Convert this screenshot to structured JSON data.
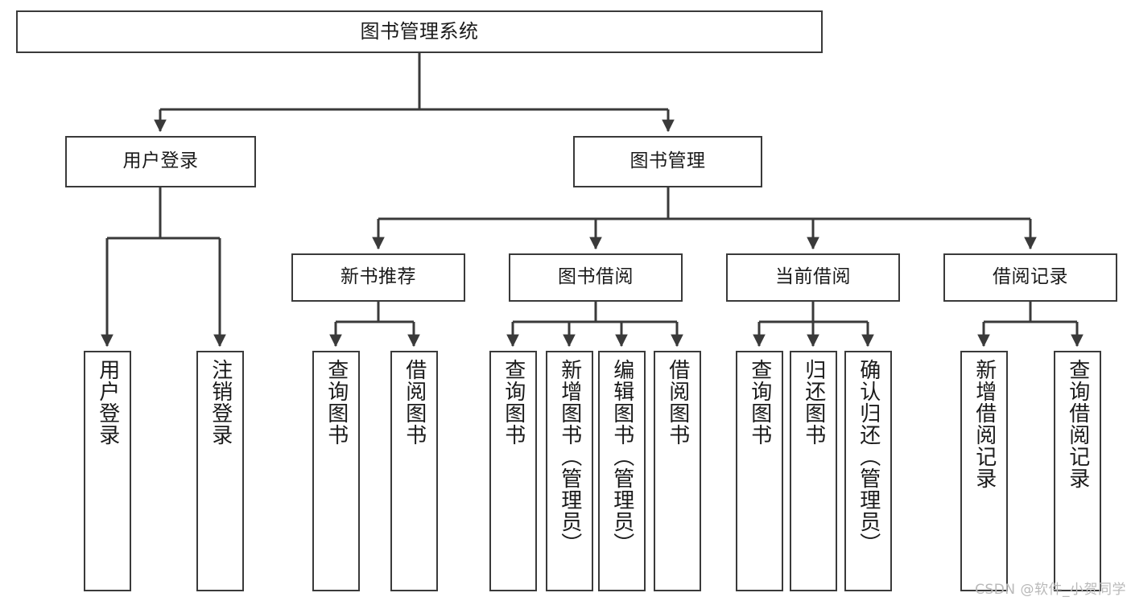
{
  "diagram": {
    "title": "图书管理系统",
    "type": "hierarchy-tree",
    "colors": {
      "box_border": "#3a3a3a",
      "box_fill": "#ffffff",
      "edge": "#3a3a3a",
      "text": "#1a1a1a",
      "watermark": "#b9b9b9",
      "background": "#ffffff"
    },
    "watermark": "CSDN @软件_小贺同学",
    "levels": {
      "level1": [
        "图书管理系统"
      ],
      "level2": [
        "用户登录",
        "图书管理"
      ],
      "level3": [
        "新书推荐",
        "图书借阅",
        "当前借阅",
        "借阅记录"
      ],
      "level4": [
        "用户登录",
        "注销登录",
        "查询图书",
        "借阅图书",
        "查询图书",
        "新增图书（管理员）",
        "编辑图书（管理员）",
        "借阅图书",
        "查询图书",
        "归还图书",
        "确认归还（管理员）",
        "新增借阅记录",
        "查询借阅记录"
      ]
    },
    "nodes": {
      "root": {
        "label": "图书管理系统"
      },
      "user_login": {
        "label": "用户登录"
      },
      "book_manage": {
        "label": "图书管理"
      },
      "new_book_rec": {
        "label": "新书推荐"
      },
      "book_borrow": {
        "label": "图书借阅"
      },
      "current_borrow": {
        "label": "当前借阅"
      },
      "borrow_record": {
        "label": "借阅记录"
      },
      "leaf_user_login": {
        "label": "用户登录"
      },
      "leaf_logout": {
        "label": "注销登录"
      },
      "leaf_query_book_a": {
        "label": "查询图书"
      },
      "leaf_borrow_book_a": {
        "label": "借阅图书"
      },
      "leaf_query_book_b": {
        "label": "查询图书"
      },
      "leaf_add_book": {
        "label": "新增图书（管理员）"
      },
      "leaf_edit_book": {
        "label": "编辑图书（管理员）"
      },
      "leaf_borrow_book_b": {
        "label": "借阅图书"
      },
      "leaf_query_book_c": {
        "label": "查询图书"
      },
      "leaf_return_book": {
        "label": "归还图书"
      },
      "leaf_confirm_return": {
        "label": "确认归还（管理员）"
      },
      "leaf_add_record": {
        "label": "新增借阅记录"
      },
      "leaf_query_record": {
        "label": "查询借阅记录"
      }
    },
    "edges": [
      {
        "from": "root",
        "to": "user_login"
      },
      {
        "from": "root",
        "to": "book_manage"
      },
      {
        "from": "user_login",
        "to": "leaf_user_login"
      },
      {
        "from": "user_login",
        "to": "leaf_logout"
      },
      {
        "from": "book_manage",
        "to": "new_book_rec"
      },
      {
        "from": "book_manage",
        "to": "book_borrow"
      },
      {
        "from": "book_manage",
        "to": "current_borrow"
      },
      {
        "from": "book_manage",
        "to": "borrow_record"
      },
      {
        "from": "new_book_rec",
        "to": "leaf_query_book_a"
      },
      {
        "from": "new_book_rec",
        "to": "leaf_borrow_book_a"
      },
      {
        "from": "book_borrow",
        "to": "leaf_query_book_b"
      },
      {
        "from": "book_borrow",
        "to": "leaf_add_book"
      },
      {
        "from": "book_borrow",
        "to": "leaf_edit_book"
      },
      {
        "from": "book_borrow",
        "to": "leaf_borrow_book_b"
      },
      {
        "from": "current_borrow",
        "to": "leaf_query_book_c"
      },
      {
        "from": "current_borrow",
        "to": "leaf_return_book"
      },
      {
        "from": "current_borrow",
        "to": "leaf_confirm_return"
      },
      {
        "from": "borrow_record",
        "to": "leaf_add_record"
      },
      {
        "from": "borrow_record",
        "to": "leaf_query_record"
      }
    ]
  }
}
